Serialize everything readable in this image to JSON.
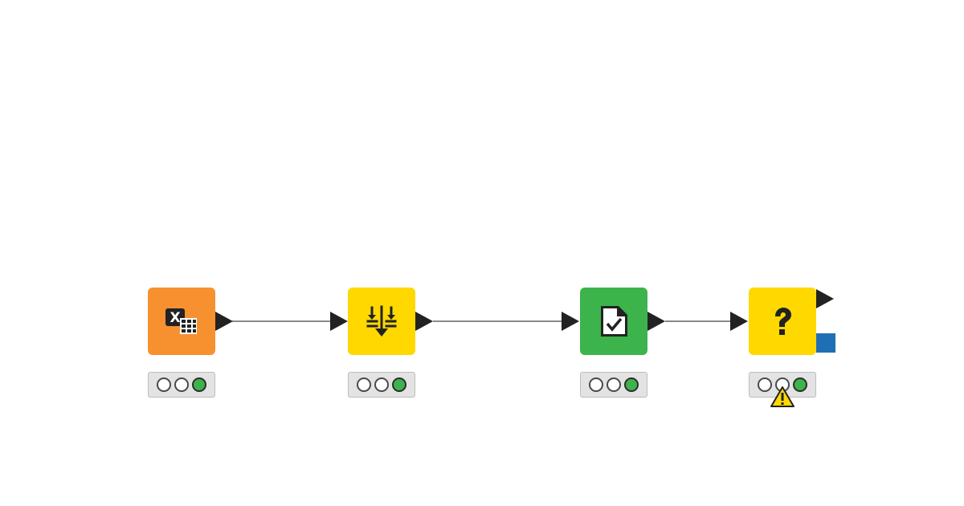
{
  "workflow": {
    "nodes": [
      {
        "id": "excel-reader",
        "icon": "excel-table-icon",
        "color": "#f7912f",
        "status_lights": [
          "off",
          "off",
          "green"
        ]
      },
      {
        "id": "row-filter",
        "icon": "filter-merge-icon",
        "color": "#ffd800",
        "status_lights": [
          "off",
          "off",
          "green"
        ]
      },
      {
        "id": "document-validator",
        "icon": "document-check-icon",
        "color": "#3cb44b",
        "status_lights": [
          "off",
          "off",
          "green"
        ]
      },
      {
        "id": "unknown-node",
        "icon": "question-mark-icon",
        "color": "#ffd800",
        "status_lights": [
          "off",
          "off",
          "green"
        ],
        "warning": true
      }
    ],
    "colors": {
      "connection": "#8a8a8a",
      "port": "#222222",
      "flow_variable_port": "#1f6fb5",
      "light_green": "#3cb44b",
      "warning_yellow": "#ffd800"
    }
  }
}
